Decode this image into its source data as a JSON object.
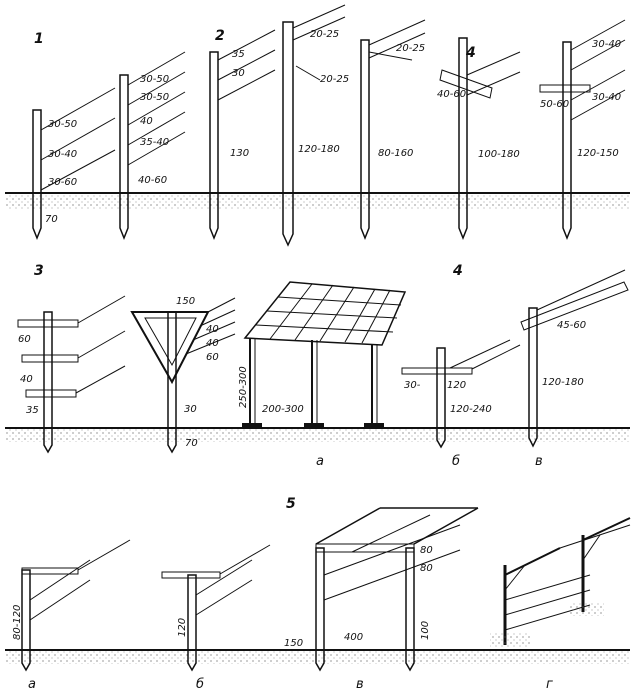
{
  "sections": {
    "s1": "1",
    "s2": "2",
    "s3": "3",
    "s4": "4",
    "s5": "5"
  },
  "row1": {
    "p1": [
      "30-50",
      "30-40",
      "30-60",
      "70"
    ],
    "p2": [
      "30-50",
      "30-50",
      "40",
      "35-40",
      "40-60"
    ],
    "p3": [
      "35",
      "30",
      "130"
    ],
    "p4": [
      "20-25",
      "20-25",
      "120-180"
    ],
    "p5": [
      "20-25",
      "80-160"
    ],
    "p6": [
      "40-60",
      "100-180"
    ],
    "p7": [
      "30-40",
      "30-40",
      "50-60",
      "120-150"
    ]
  },
  "row2": {
    "p1": [
      "60",
      "40",
      "35"
    ],
    "p2": [
      "150",
      "40",
      "40",
      "60",
      "30",
      "70"
    ],
    "p3": [
      "250-300",
      "200-300"
    ],
    "p4": [
      "30-",
      "120",
      "120-240"
    ],
    "p5": [
      "45-60",
      "120-180"
    ],
    "letters": [
      "а",
      "б",
      "в"
    ]
  },
  "row3": {
    "dims": [
      "80-120",
      "120",
      "150",
      "400",
      "80",
      "80",
      "100"
    ],
    "letters": [
      "а",
      "б",
      "в",
      "г"
    ]
  }
}
